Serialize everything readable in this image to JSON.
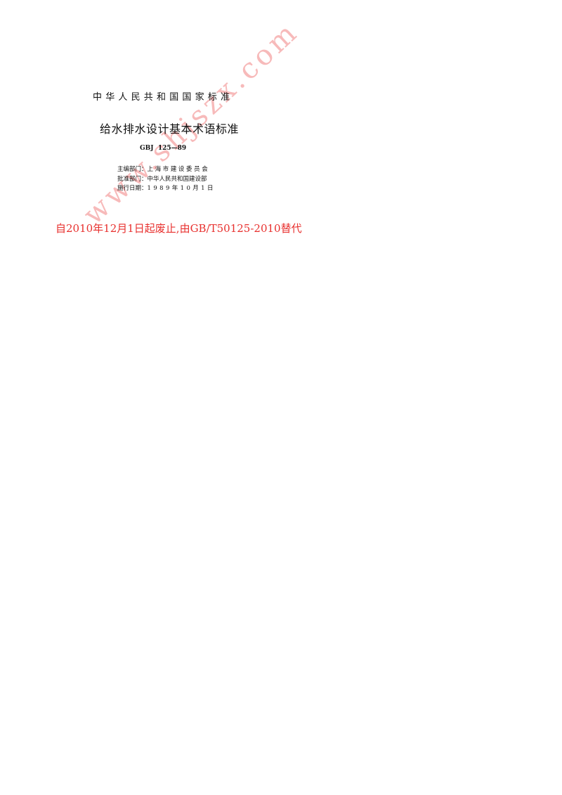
{
  "document": {
    "issuer": "中华人民共和国国家标准",
    "title": "给水排水设计基本术语标准",
    "code": "GBJ  125—89",
    "meta": [
      {
        "label": "主编部门：",
        "value": "上海市建设委员会"
      },
      {
        "label": "批准部门：",
        "value": "中华人民共和国建设部"
      },
      {
        "label": "施行日期：",
        "value": "1989年10月1日"
      }
    ],
    "notice": "自2010年12月1日起废止,由GB/T50125-2010替代",
    "watermark": "www.shjszx.com"
  },
  "colors": {
    "notice": "#e8302e",
    "watermark": "#f08282"
  }
}
